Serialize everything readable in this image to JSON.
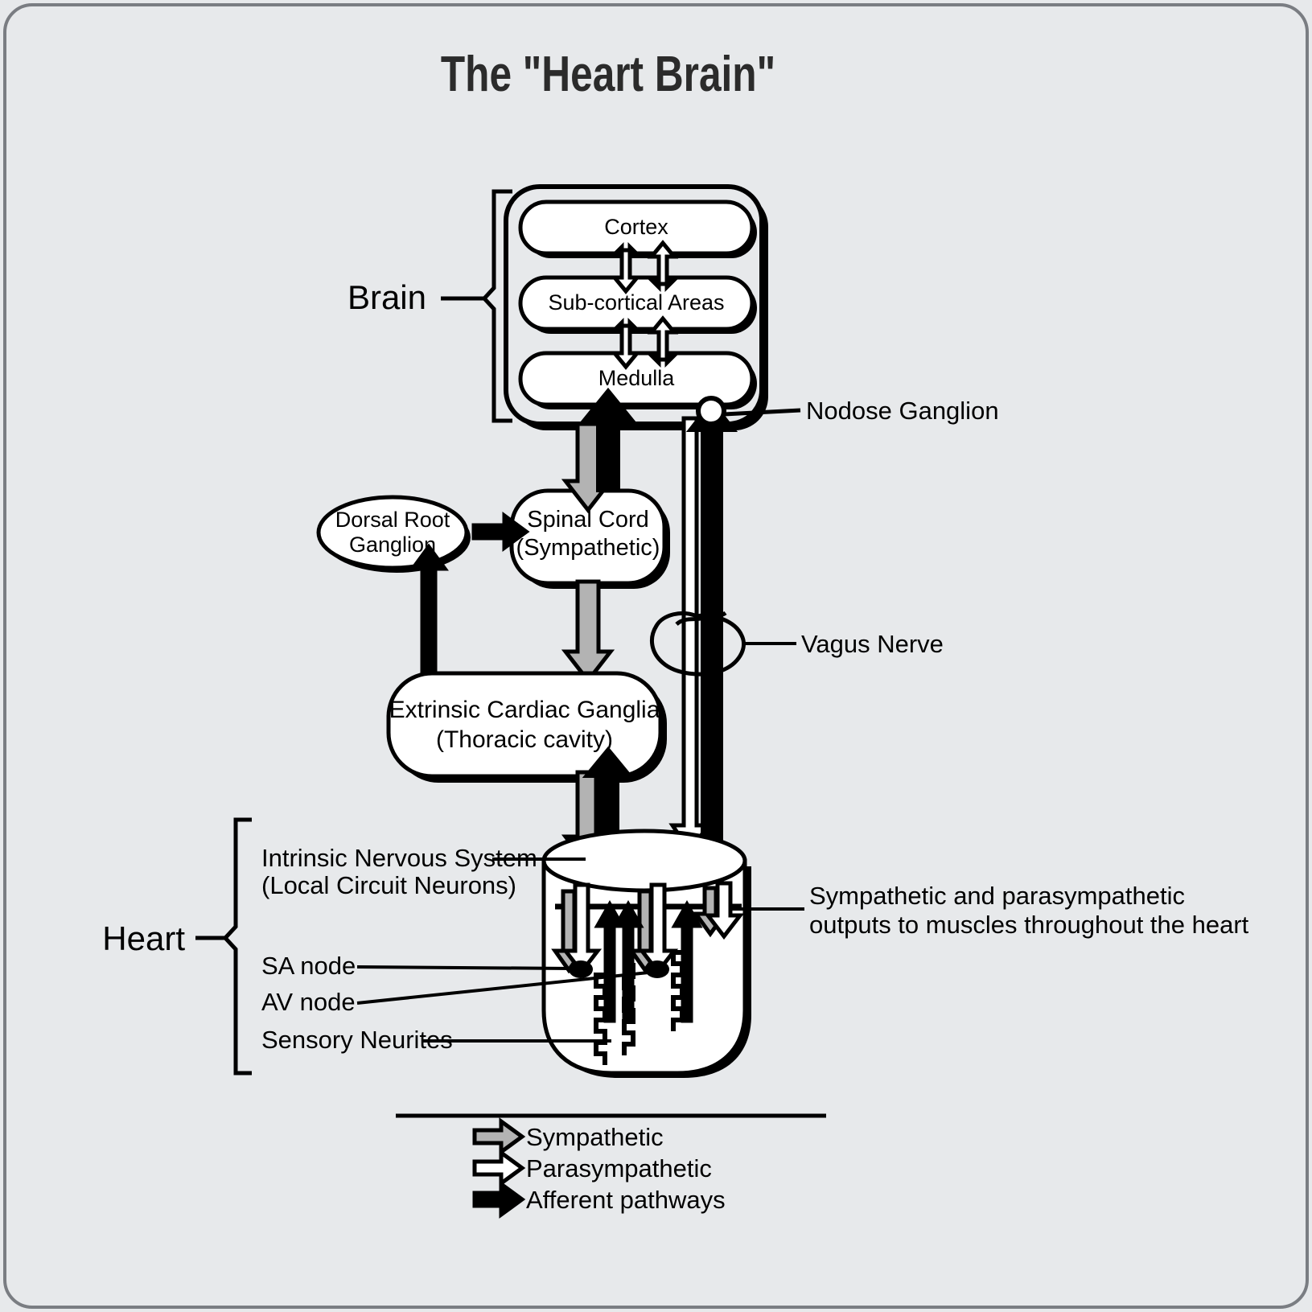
{
  "page": {
    "title": "The \"Heart Brain\"",
    "background_color": "#e7e9eb",
    "border_color": "#7a7d82",
    "ink_color": "#000000",
    "sympathetic_color": "#b3b3b3",
    "parasympathetic_color": "#ffffff",
    "afferent_color": "#000000",
    "node_fill": "#ffffff"
  },
  "brackets": {
    "brain_label": "Brain",
    "heart_label": "Heart"
  },
  "brain": {
    "boxes": [
      {
        "label": "Cortex"
      },
      {
        "label": "Sub-cortical Areas"
      },
      {
        "label": "Medulla"
      }
    ]
  },
  "nodes": {
    "dorsal_root_ganglion": "Dorsal Root\nGanglion",
    "dorsal_root_ganglion_line1": "Dorsal Root",
    "dorsal_root_ganglion_line2": "Ganglion",
    "spinal_cord_line1": "Spinal Cord",
    "spinal_cord_line2": "(Sympathetic)",
    "extrinsic_line1": "Extrinsic Cardiac Ganglia",
    "extrinsic_line2": "(Thoracic cavity)"
  },
  "callouts": {
    "nodose_ganglion": "Nodose Ganglion",
    "vagus_nerve": "Vagus Nerve",
    "intrinsic_line1": "Intrinsic Nervous System",
    "intrinsic_line2": "(Local Circuit Neurons)",
    "sa_node": "SA node",
    "av_node": "AV node",
    "sensory_neurites": "Sensory Neurites",
    "outputs_line1": "Sympathetic and parasympathetic",
    "outputs_line2": "outputs to muscles throughout the heart"
  },
  "legend": {
    "items": [
      {
        "label": "Sympathetic",
        "type": "sympathetic"
      },
      {
        "label": "Parasympathetic",
        "type": "parasympathetic"
      },
      {
        "label": "Afferent pathways",
        "type": "afferent"
      }
    ]
  }
}
